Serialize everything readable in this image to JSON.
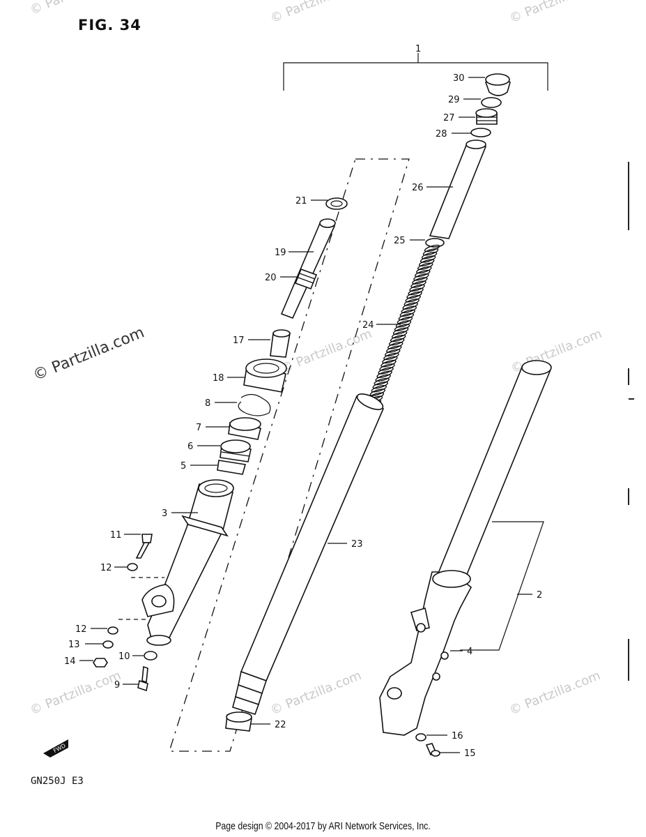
{
  "figure_title": "FIG. 34",
  "model_code": "GN250J  E3",
  "footer_text": "Page design © 2004-2017 by ARI Network Services, Inc.",
  "watermark_main": "© Partzilla.com",
  "watermark_faint": "© Partzilla.com",
  "fwd_badge": "FWD",
  "callouts": {
    "c1": "1",
    "c2": "2",
    "c3": "3",
    "c4": "4",
    "c5": "5",
    "c6": "6",
    "c7": "7",
    "c8": "8",
    "c9": "9",
    "c10": "10",
    "c11": "11",
    "c12a": "12",
    "c12b": "12",
    "c13": "13",
    "c14": "14",
    "c15": "15",
    "c16": "16",
    "c17": "17",
    "c18": "18",
    "c19": "19",
    "c20": "20",
    "c21": "21",
    "c22": "22",
    "c23": "23",
    "c24": "24",
    "c25": "25",
    "c26": "26",
    "c27": "27",
    "c28": "28",
    "c29": "29",
    "c30": "30"
  }
}
